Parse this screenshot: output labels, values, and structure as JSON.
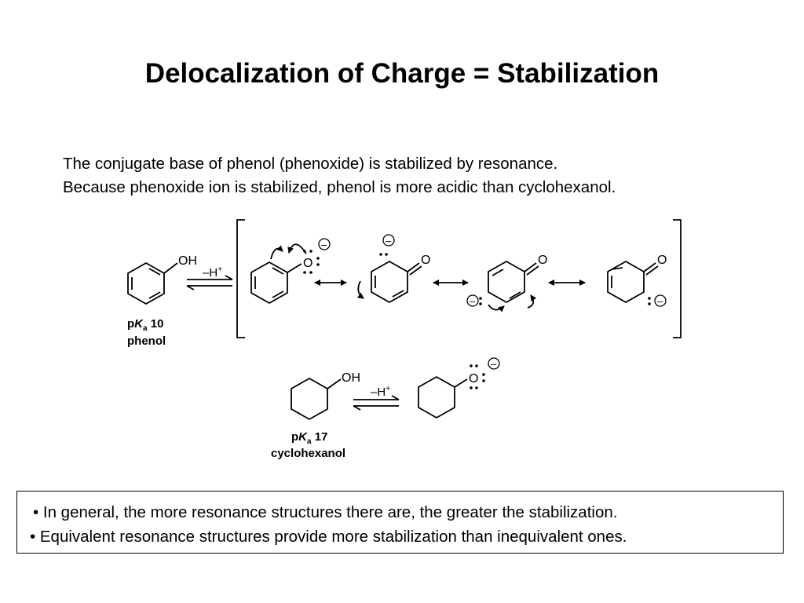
{
  "slide": {
    "title": "Delocalization of Charge = Stabilization",
    "intro": [
      "The conjugate base of phenol (phenoxide) is stabilized by resonance.",
      "Because phenoxide ion is stabilized, phenol is more acidic than cyclohexanol."
    ],
    "bullets": [
      "• In general, the more resonance structures there are, the greater the stabilization.",
      "• Equivalent resonance structures provide more stabilization than inequivalent ones."
    ]
  },
  "scheme": {
    "phenol_oh": "OH",
    "phenol_reagent_main": "–H",
    "phenol_reagent_sup": "+",
    "phenol_pka_p": "p",
    "phenol_pka_k": "K",
    "phenol_pka_sub": "a",
    "phenol_pka_value": " 10",
    "phenol_name": "phenol",
    "oxygen": "O",
    "charge": "–",
    "cyclo_oh": "OH",
    "cyclo_reagent_main": "–H",
    "cyclo_reagent_sup": "+",
    "cyclo_pka_p": "p",
    "cyclo_pka_k": "K",
    "cyclo_pka_sub": "a",
    "cyclo_pka_value": " 17",
    "cyclo_name": "cyclohexanol"
  }
}
